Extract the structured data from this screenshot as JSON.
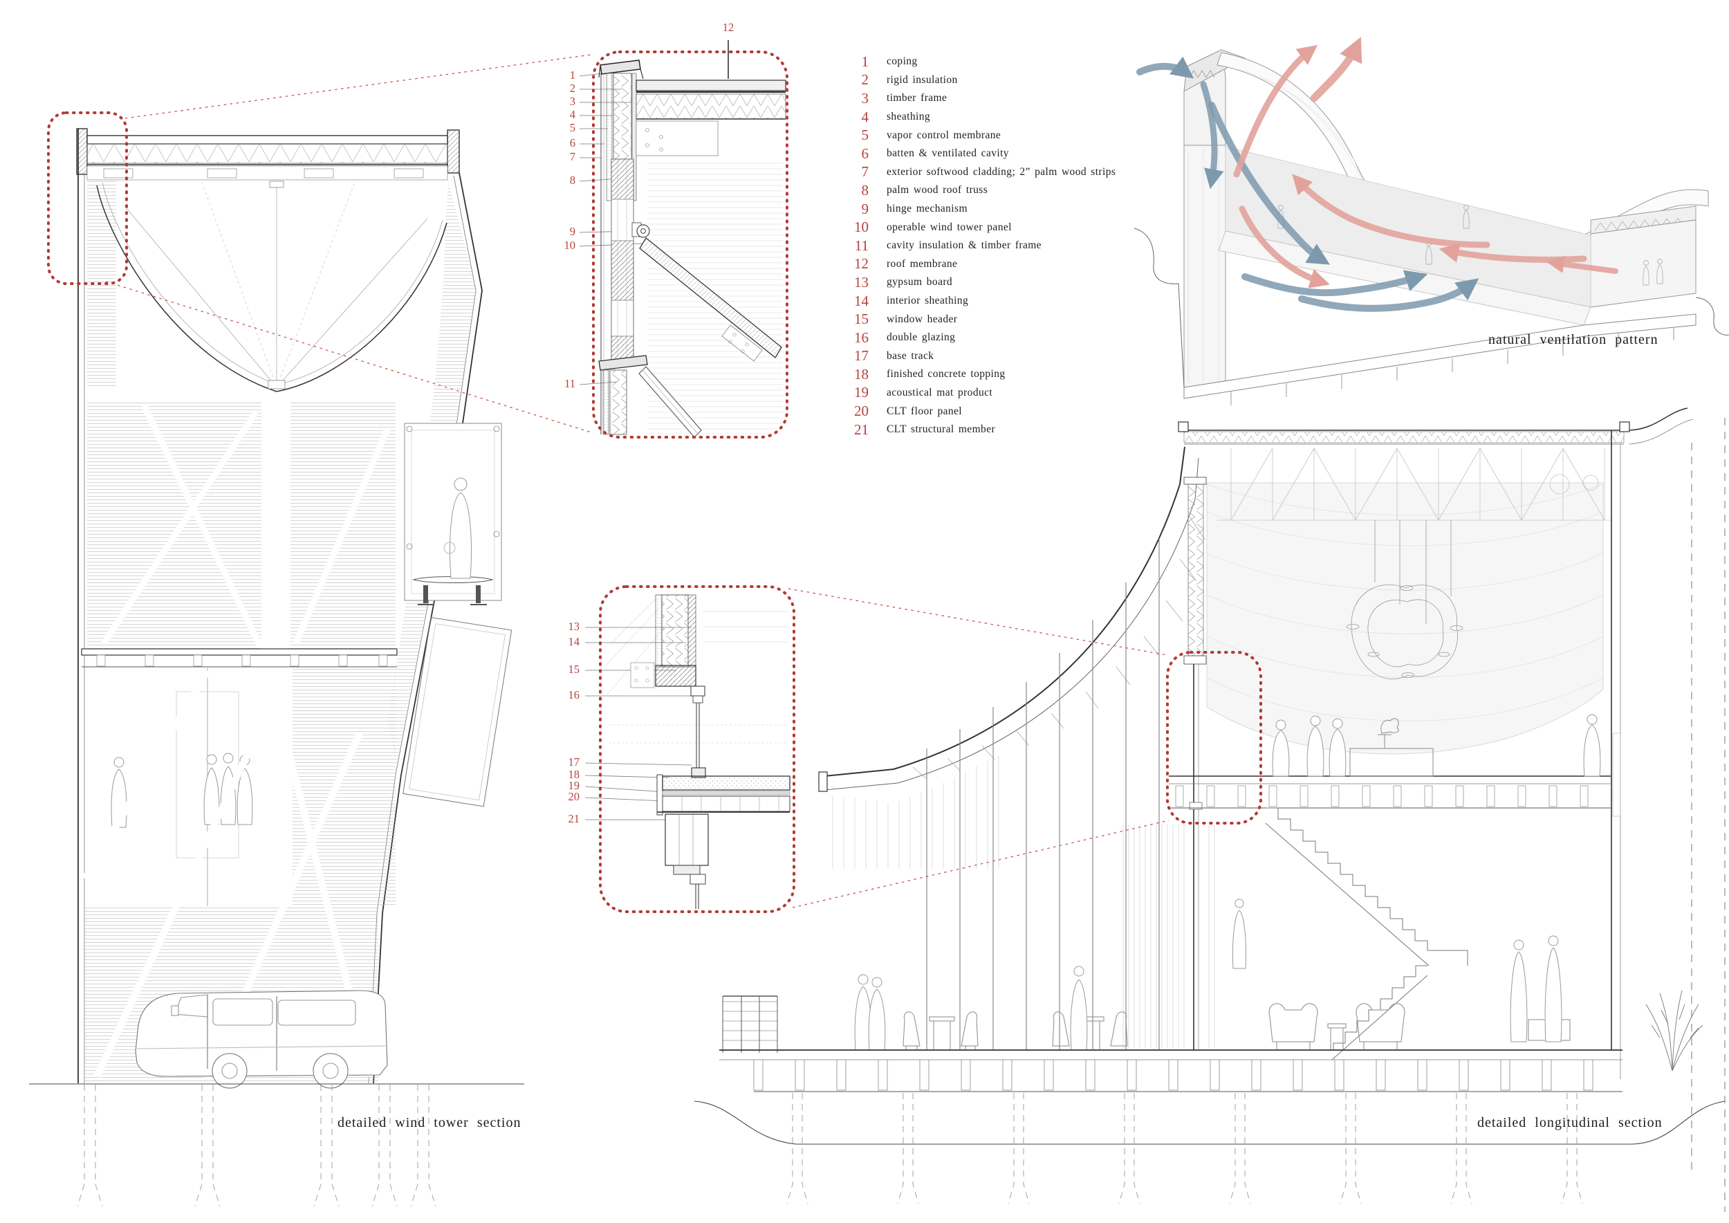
{
  "captions": {
    "wind_tower": "detailed wind tower section",
    "longitudinal": "detailed longitudinal section",
    "ventilation": "natural ventilation pattern"
  },
  "colors": {
    "accent_red": "#b5433c",
    "leader_red": "#c4584f",
    "arrow_blue": "#7d99ad",
    "arrow_pink": "#e2a29b",
    "line_dark": "#2a2a2a"
  },
  "legend": {
    "items": [
      {
        "num": "1",
        "label": "coping"
      },
      {
        "num": "2",
        "label": "rigid insulation"
      },
      {
        "num": "3",
        "label": "timber frame"
      },
      {
        "num": "4",
        "label": "sheathing"
      },
      {
        "num": "5",
        "label": "vapor control membrane"
      },
      {
        "num": "6",
        "label": "batten & ventilated cavity"
      },
      {
        "num": "7",
        "label": "exterior softwood cladding; 2” palm wood strips"
      },
      {
        "num": "8",
        "label": "palm wood roof truss"
      },
      {
        "num": "9",
        "label": "hinge mechanism"
      },
      {
        "num": "10",
        "label": "operable wind tower panel"
      },
      {
        "num": "11",
        "label": "cavity insulation & timber frame"
      },
      {
        "num": "12",
        "label": "roof membrane"
      },
      {
        "num": "13",
        "label": "gypsum board"
      },
      {
        "num": "14",
        "label": "interior sheathing"
      },
      {
        "num": "15",
        "label": "window header"
      },
      {
        "num": "16",
        "label": "double glazing"
      },
      {
        "num": "17",
        "label": "base track"
      },
      {
        "num": "18",
        "label": "finished concrete topping"
      },
      {
        "num": "19",
        "label": "acoustical mat product"
      },
      {
        "num": "20",
        "label": "CLT floor panel"
      },
      {
        "num": "21",
        "label": "CLT structural member"
      }
    ]
  },
  "details_top": {
    "callouts": [
      "1",
      "2",
      "3",
      "4",
      "5",
      "6",
      "7",
      "8",
      "9",
      "10",
      "11",
      "12"
    ]
  },
  "details_bottom": {
    "callouts": [
      "13",
      "14",
      "15",
      "16",
      "17",
      "18",
      "19",
      "20",
      "21"
    ]
  }
}
